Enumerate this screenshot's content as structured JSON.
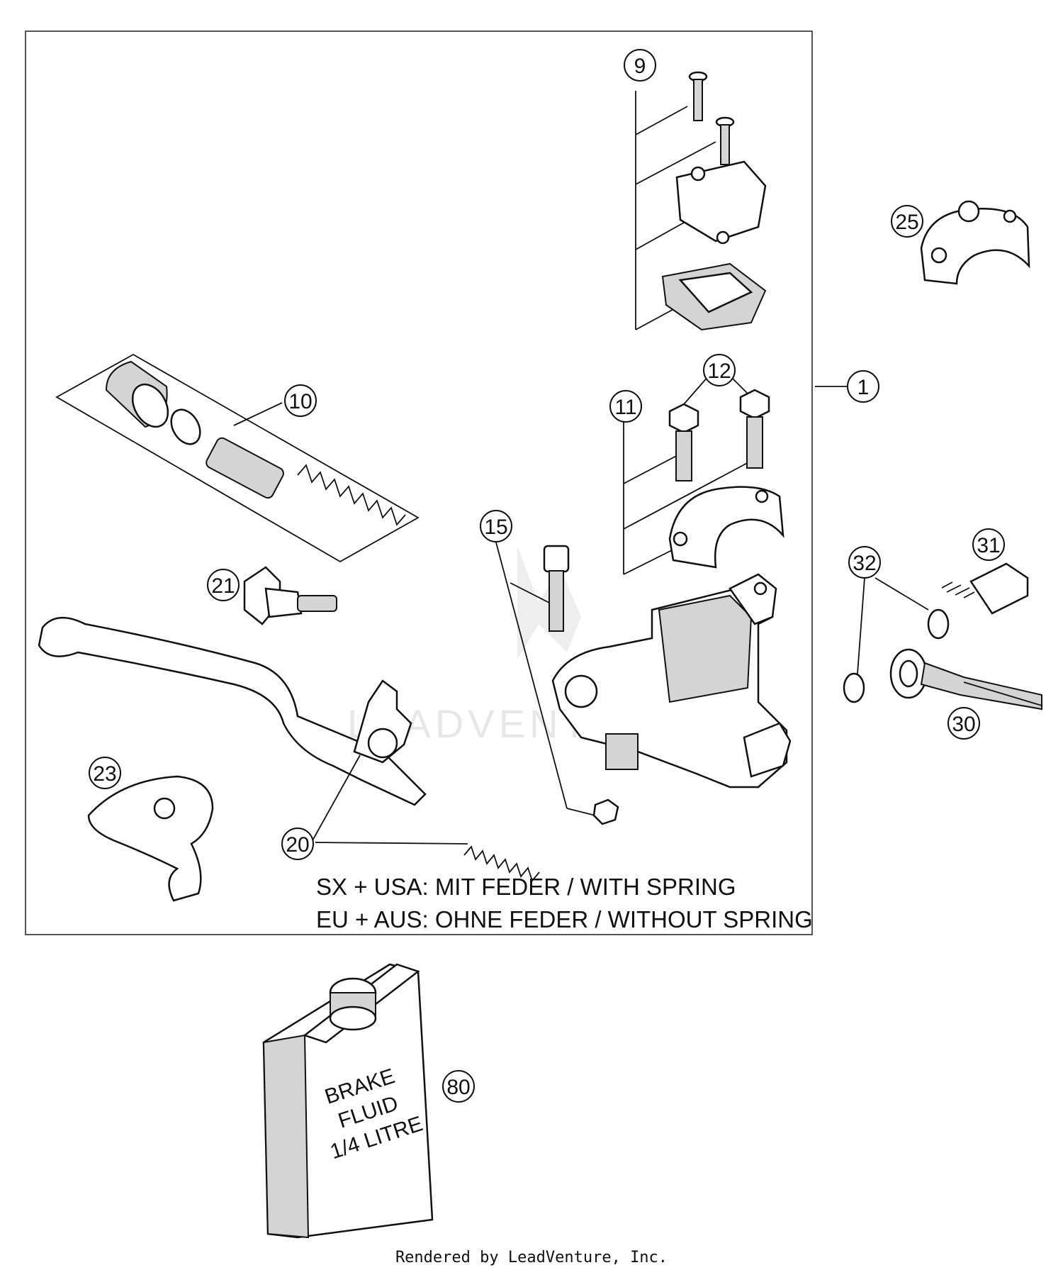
{
  "callouts": {
    "c1": "1",
    "c9": "9",
    "c10": "10",
    "c11": "11",
    "c12": "12",
    "c15": "15",
    "c20": "20",
    "c21": "21",
    "c23": "23",
    "c25": "25",
    "c30": "30",
    "c31": "31",
    "c32": "32",
    "c80": "80"
  },
  "notes": {
    "line1": "SX + USA:  MIT FEDER / WITH SPRING",
    "line2": "EU + AUS:  OHNE FEDER / WITHOUT SPRING"
  },
  "bottle": {
    "line1": "BRAKE",
    "line2": "FLUID",
    "line3": "1/4 LITRE"
  },
  "watermark": "LEADVENTURE",
  "footer": "Rendered by LeadVenture, Inc."
}
